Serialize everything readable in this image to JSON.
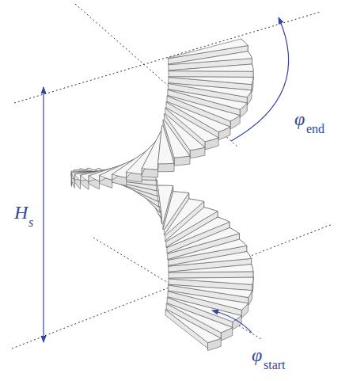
{
  "diagram": {
    "labels": [
      "H",
      "s",
      "φ",
      "end",
      "φ",
      "start"
    ]
  }
}
